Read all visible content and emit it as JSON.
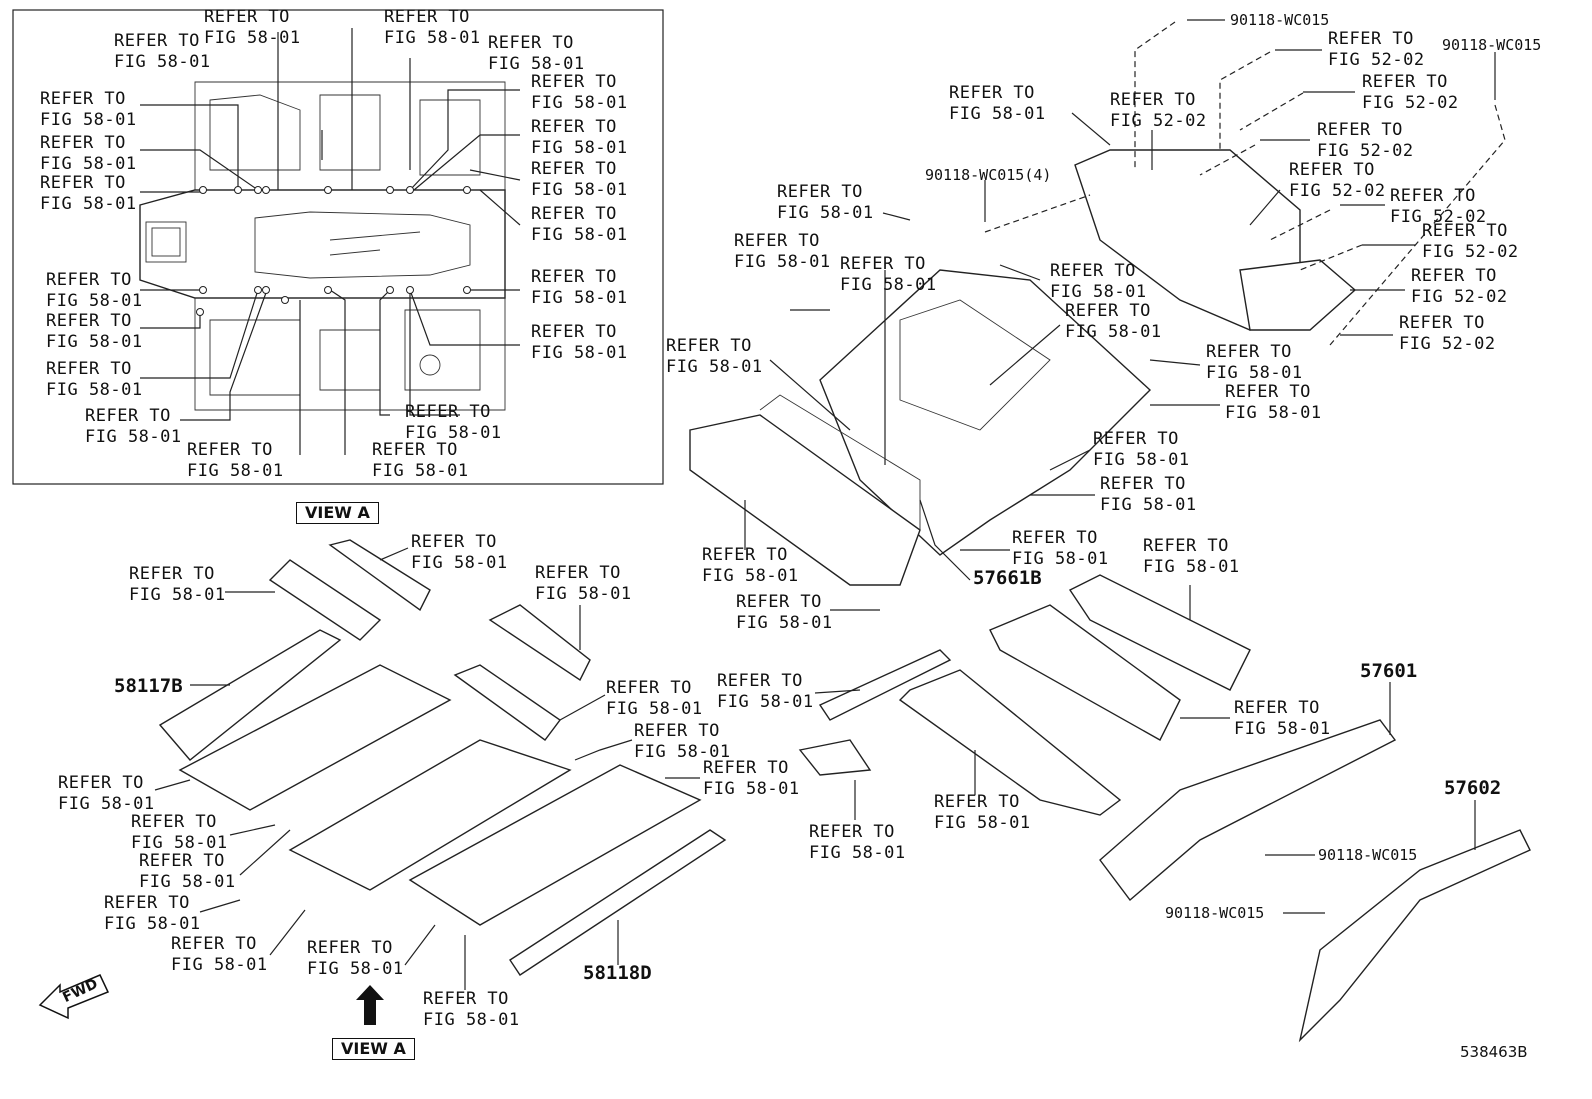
{
  "refer_text": "REFER TO",
  "figs": {
    "f5801": "FIG 58-01",
    "f5202": "FIG 52-02"
  },
  "parts": {
    "p58117B": "58117B",
    "p58118D": "58118D",
    "p57661B": "57661B",
    "p57601": "57601",
    "p57602": "57602"
  },
  "bolts": {
    "b1": "90118-WC015",
    "b2": "90118-WC015",
    "b3": "90118-WC015(4)",
    "b4": "90118-WC015",
    "b5": "90118-WC015"
  },
  "view_a_top": "VIEW A",
  "view_a_bottom": "VIEW A",
  "fwd": "FWD",
  "illustration_id": "538463B"
}
